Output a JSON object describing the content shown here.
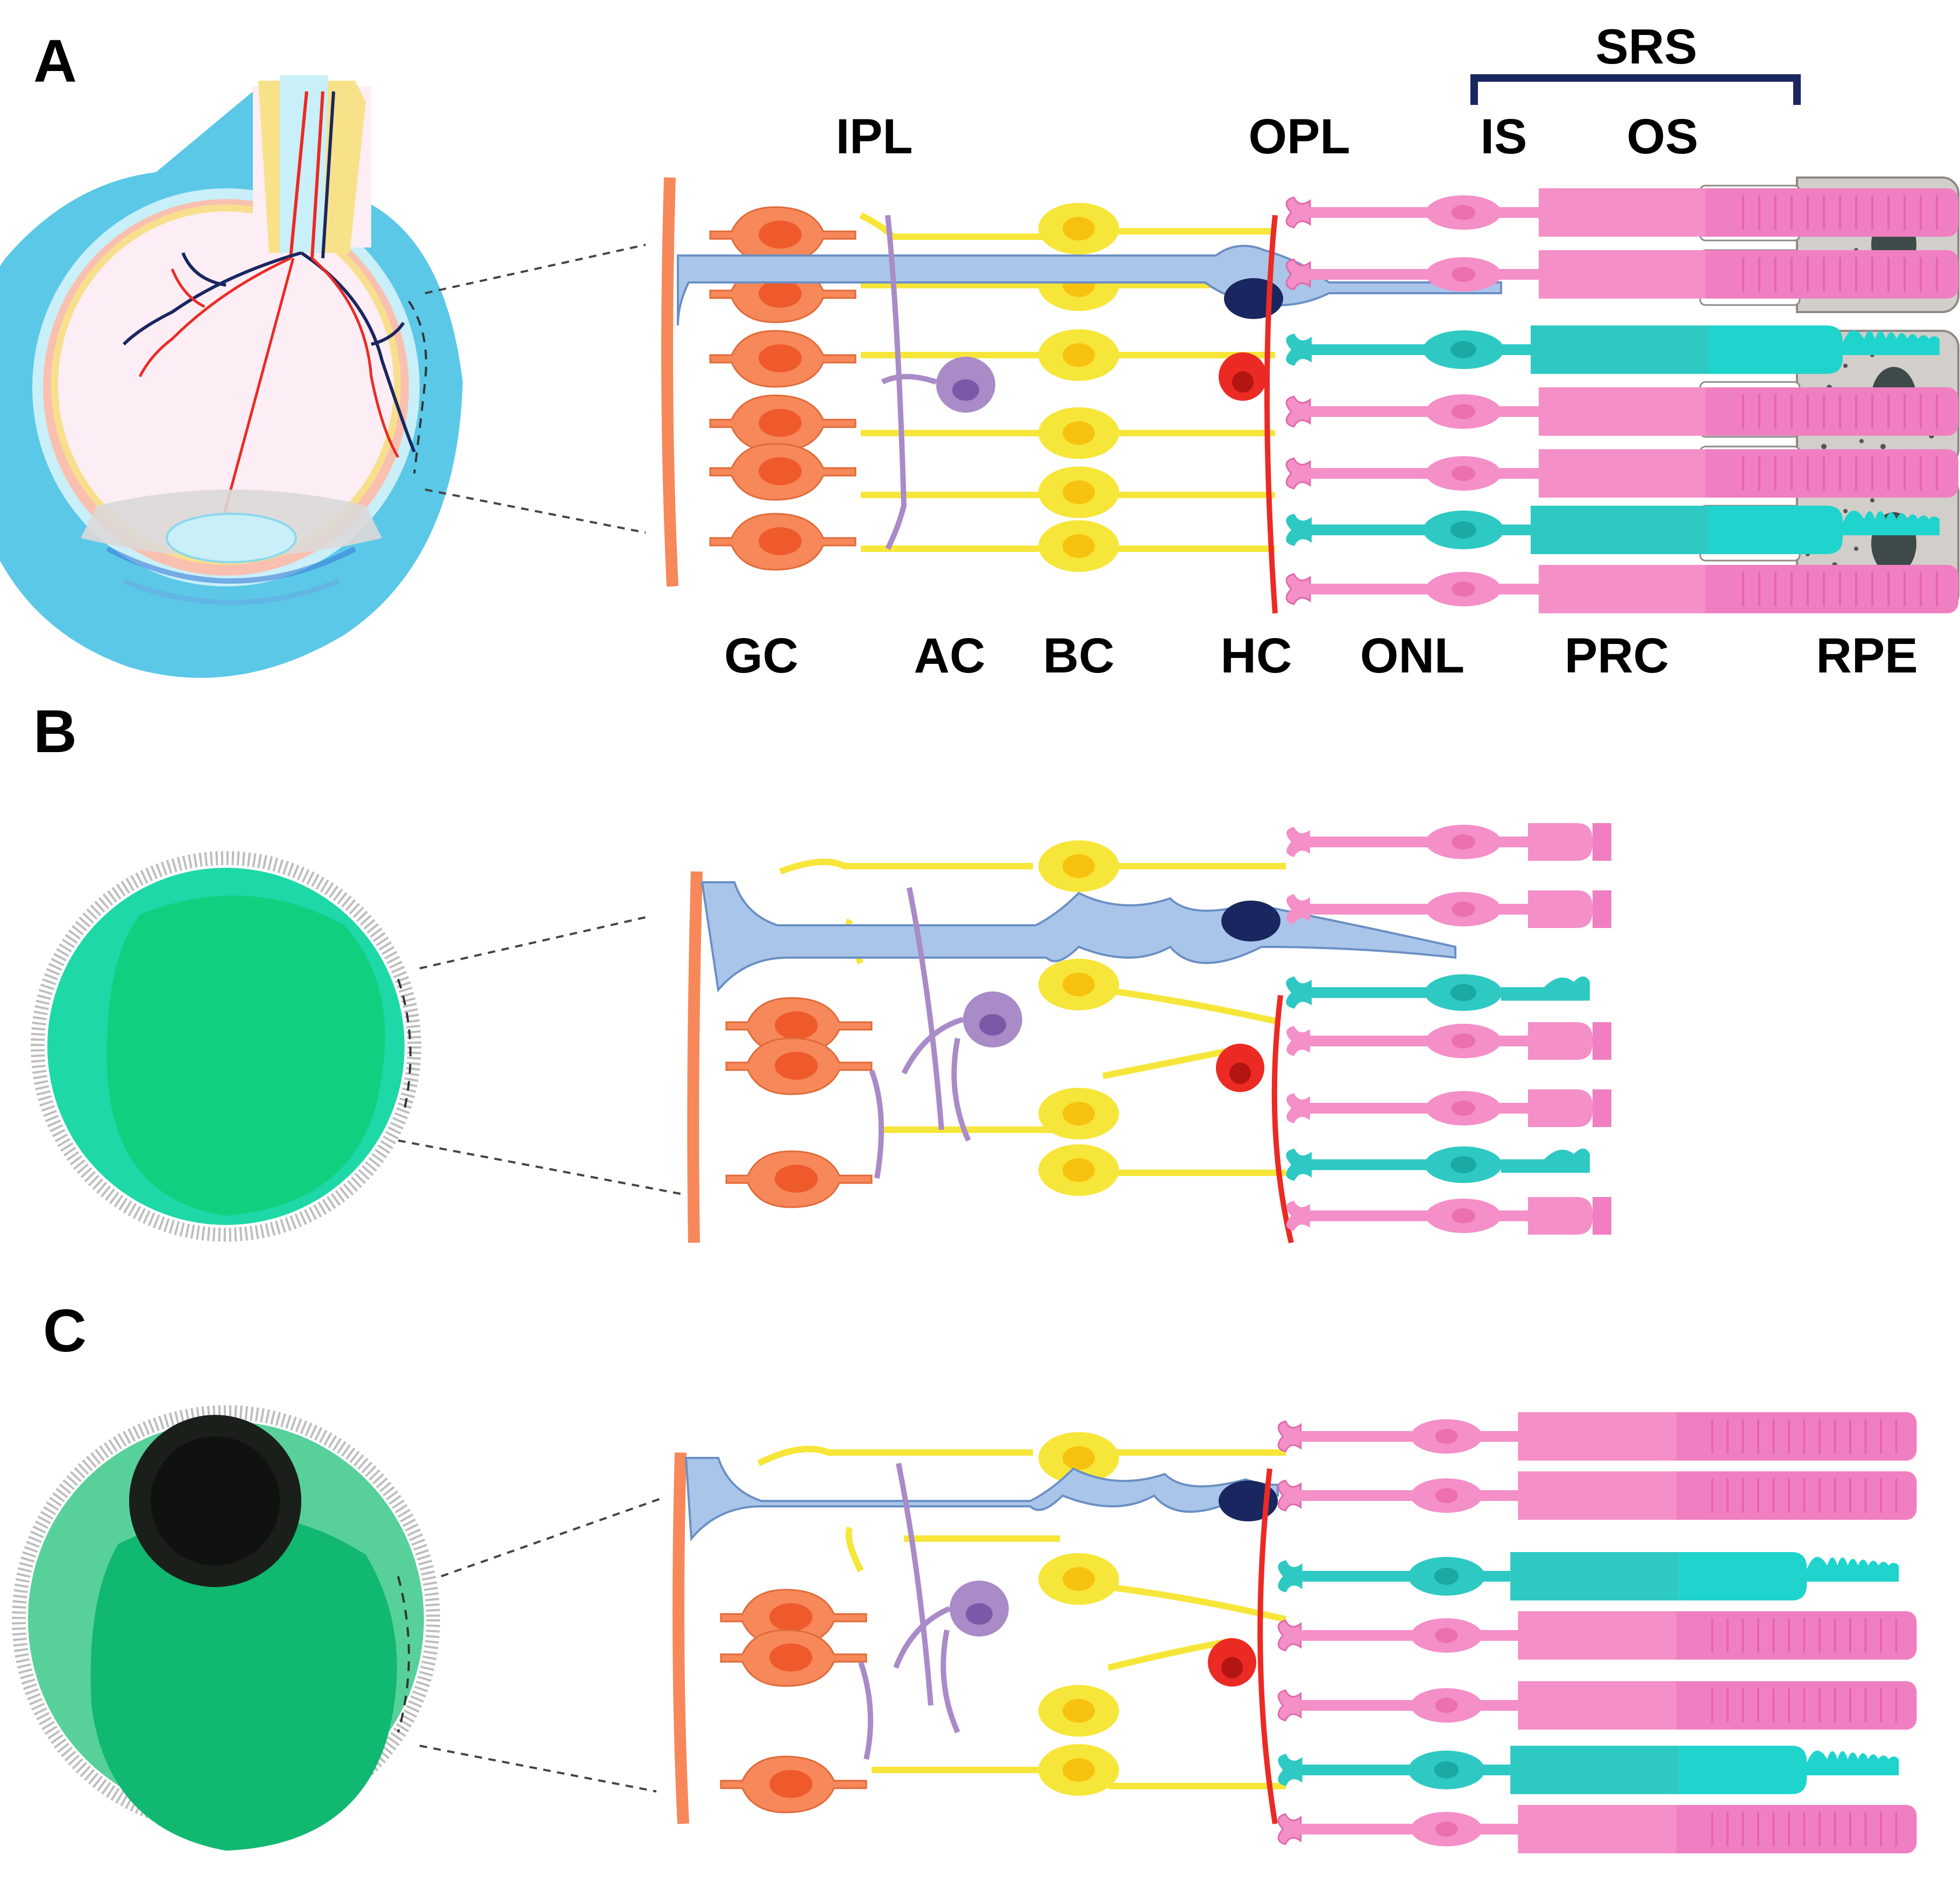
{
  "panels": [
    {
      "letter": "A"
    },
    {
      "letter": "B"
    },
    {
      "letter": "C"
    }
  ],
  "labels_top": {
    "ipl": "IPL",
    "opl": "OPL",
    "srs": "SRS",
    "is": "IS",
    "os": "OS"
  },
  "labels_bottom": {
    "gc": "GC",
    "ac": "AC",
    "bc": "BC",
    "hc": "HC",
    "onl": "ONL",
    "prc": "PRC",
    "rpe": "RPE"
  },
  "colors": {
    "ganglion": "#f7885a",
    "amacrine": "#a98bc7",
    "bipolar": "#f7e63a",
    "muller": "#a9c6ea",
    "horizontal": "#ec2a24",
    "rod": "#f48fc8",
    "cone": "#2ec9c3",
    "rpe": "#d2cfcb",
    "bracket": "#1a2660"
  }
}
